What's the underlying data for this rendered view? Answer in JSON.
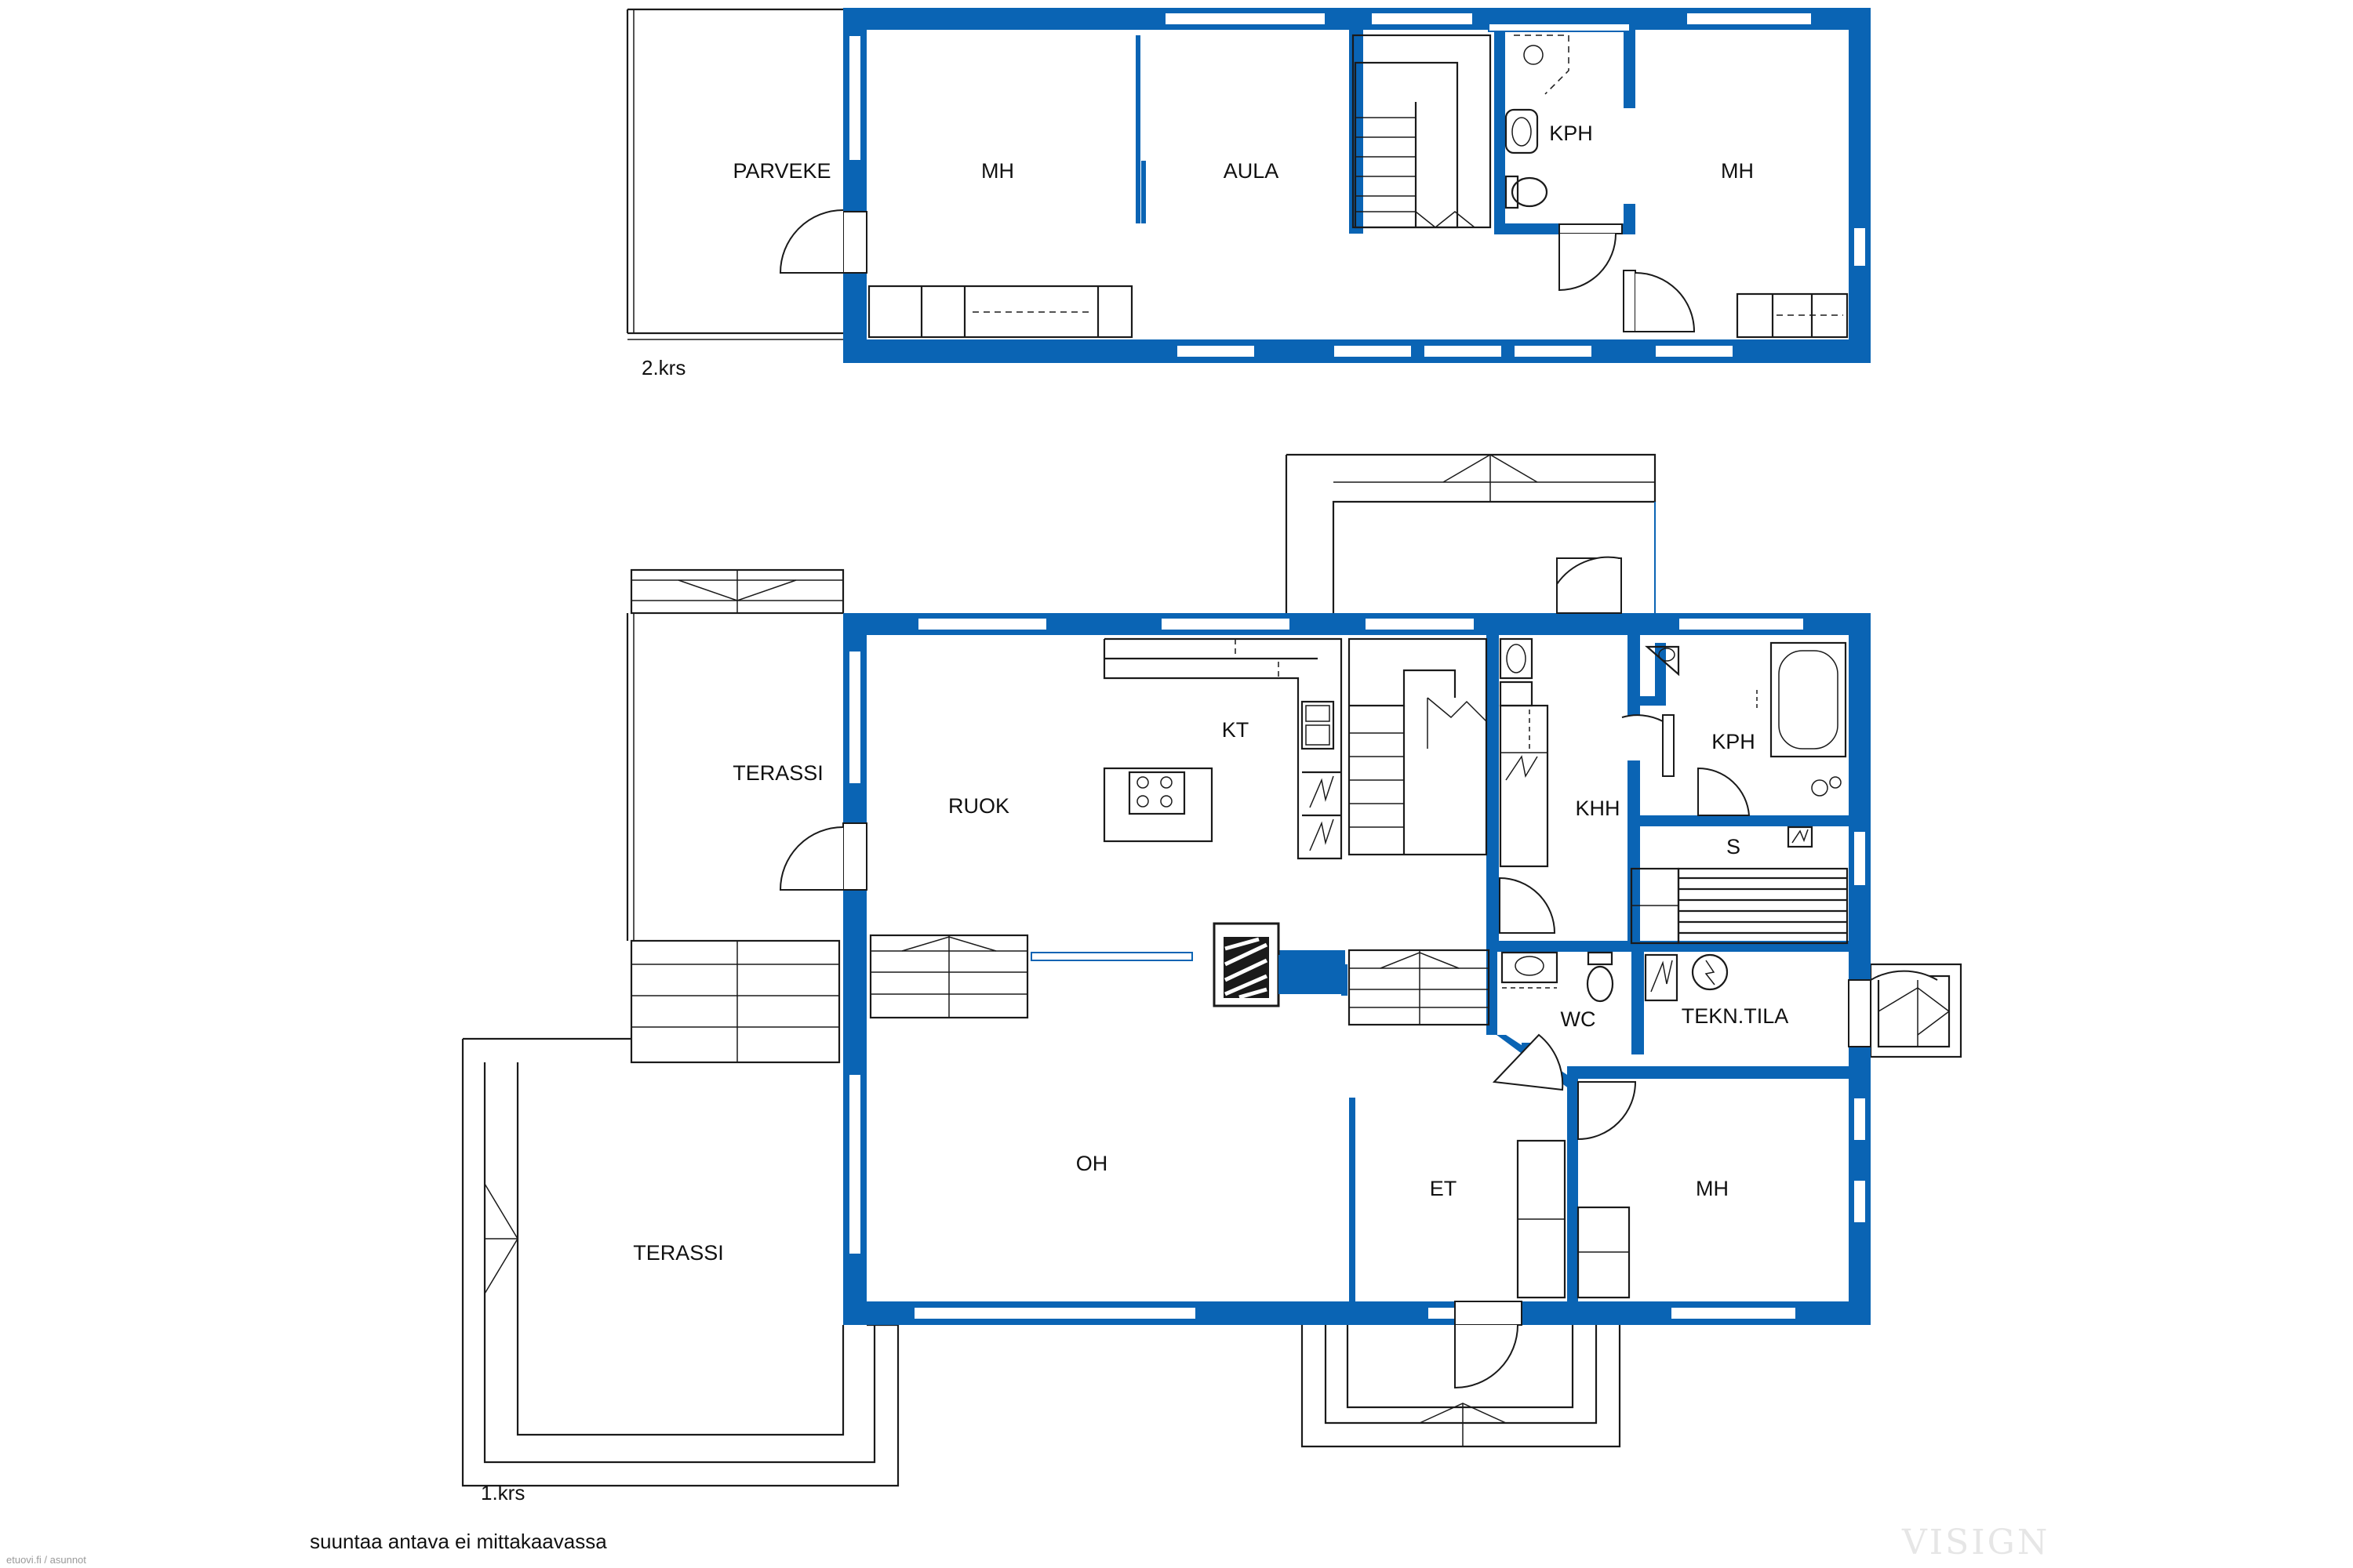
{
  "floor2": {
    "label": "2.krs",
    "rooms": {
      "parveke": "PARVEKE",
      "mh_left": "MH",
      "aula": "AULA",
      "kph": "KPH",
      "mh_right": "MH"
    }
  },
  "floor1": {
    "label": "1.krs",
    "rooms": {
      "terassi_upper": "TERASSI",
      "ruok": "RUOK",
      "kt": "KT",
      "khh": "KHH",
      "kph": "KPH",
      "s": "S",
      "wc": "WC",
      "tekn": "TEKN.TILA",
      "oh": "OH",
      "et": "ET",
      "mh": "MH",
      "terassi_lower": "TERASSI"
    }
  },
  "footer": {
    "note": "suuntaa antava ei mittakaavassa",
    "watermark": "VISIGN",
    "credit": "etuovi.fi / asunnot"
  },
  "colors": {
    "wall": "#0a64b4",
    "line": "#1a1a1a",
    "background": "#ffffff"
  }
}
